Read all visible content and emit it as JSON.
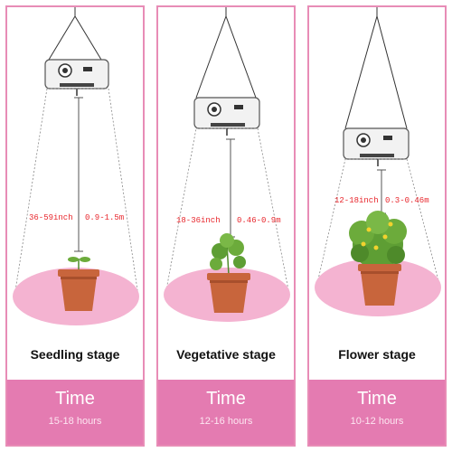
{
  "panels": [
    {
      "distance_inch": "36-59inch",
      "distance_m": "0.9-1.5m",
      "stage": "Seedling stage",
      "time_label": "Time",
      "hours": "15-18 hours"
    },
    {
      "distance_inch": "18-36inch",
      "distance_m": "0.46-0.9m",
      "stage": "Vegetative stage",
      "time_label": "Time",
      "hours": "12-16 hours"
    },
    {
      "distance_inch": "12-18inch",
      "distance_m": "0.3-0.46m",
      "stage": "Flower stage",
      "time_label": "Time",
      "hours": "10-12 hours"
    }
  ],
  "colors": {
    "frame": "#e88cb6",
    "time_bar": "#e47bb1",
    "light_pool": "#f4b3d1",
    "pot": "#c8653c",
    "distance_text": "#e8262c"
  },
  "icons": {
    "lamp": "grow-light-icon",
    "plant": "plant-icon"
  }
}
